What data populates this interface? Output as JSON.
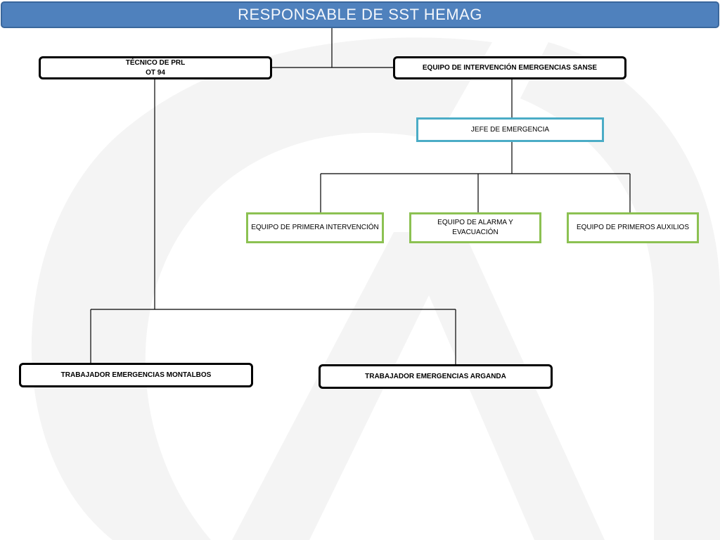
{
  "org_chart": {
    "title": "RESPONSABLE DE SST HEMAG",
    "tecnico": {
      "line1": "TÉCNICO DE PRL",
      "line2": "OT 94"
    },
    "equipo_intervencion": "EQUIPO DE INTERVENCIÓN EMERGENCIAS SANSE",
    "jefe_emergencia": "JEFE DE EMERGENCIA",
    "primera_intervencion": "EQUIPO DE PRIMERA INTERVENCIÓN",
    "alarma_evacuacion": {
      "line1": "EQUIPO DE ALARMA Y",
      "line2": "EVACUACIÓN"
    },
    "primeros_auxilios": "EQUIPO DE PRIMEROS AUXILIOS",
    "trabajador_montalbos": "TRABAJADOR EMERGENCIAS MONTALBOS",
    "trabajador_arganda": "TRABAJADOR EMERGENCIAS ARGANDA"
  },
  "colors": {
    "title_fill": "#4f81bd",
    "title_text": "#f3f6fb",
    "cyan_border": "#4bacc6",
    "green_border": "#8cc152",
    "connector": "#000000",
    "watermark": "#f4f4f4"
  }
}
